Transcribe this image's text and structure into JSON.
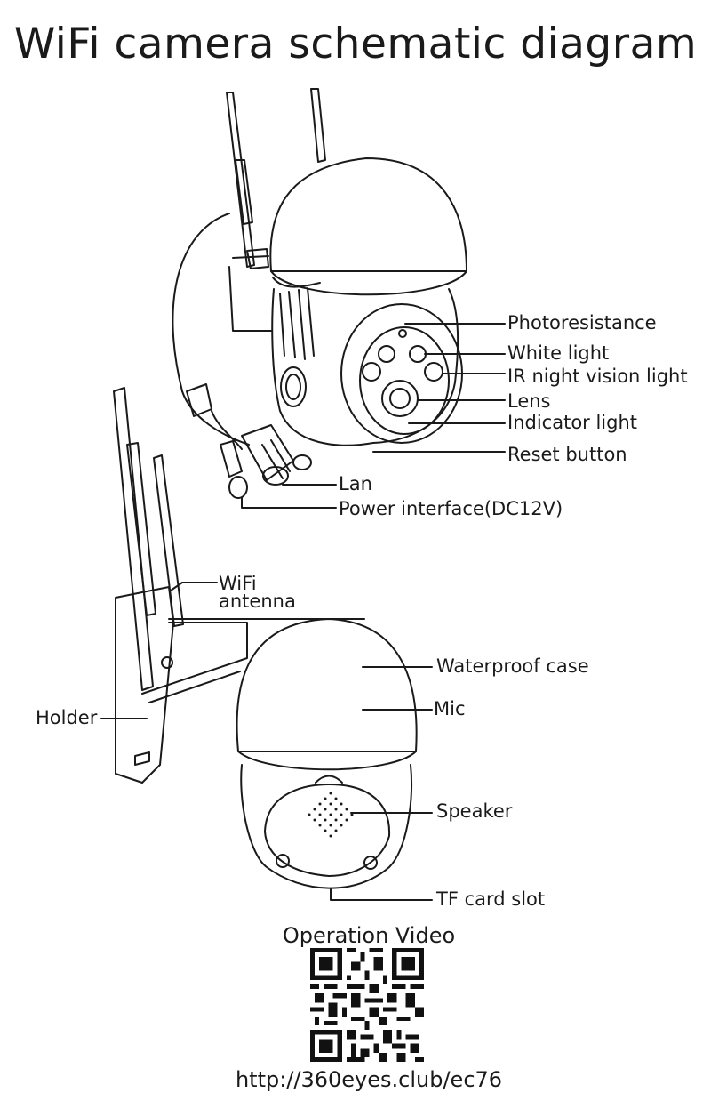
{
  "title": "WiFi camera schematic diagram",
  "top_labels": {
    "photoresistance": "Photoresistance",
    "white_light": "White light",
    "ir_light": "IR night vision light",
    "lens": "Lens",
    "indicator": "Indicator light",
    "reset": "Reset button",
    "lan": "Lan",
    "power": "Power interface(DC12V)"
  },
  "bottom_labels": {
    "wifi_line1": "WiFi",
    "wifi_line2": "antenna",
    "waterproof": "Waterproof case",
    "mic": "Mic",
    "holder": "Holder",
    "speaker": "Speaker",
    "tf": "TF card slot"
  },
  "video": {
    "caption": "Operation Video",
    "url": "http://360eyes.club/ec76"
  }
}
